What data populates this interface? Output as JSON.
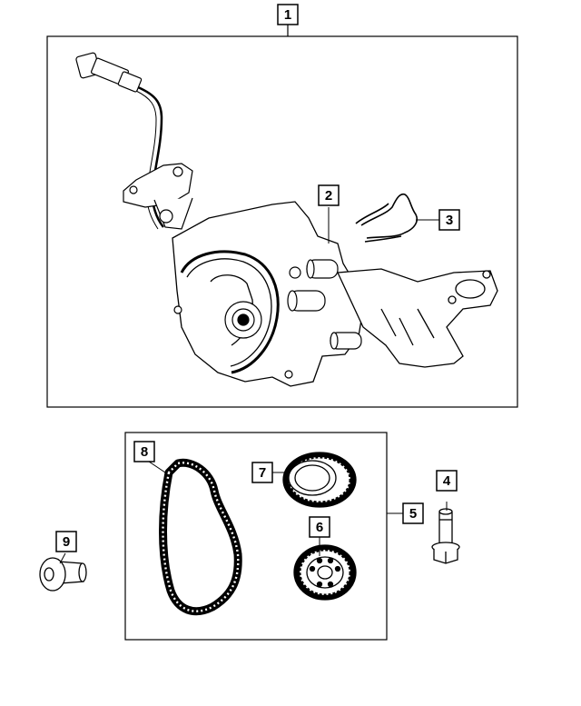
{
  "callouts": [
    {
      "id": "c1",
      "label": "1"
    },
    {
      "id": "c2",
      "label": "2"
    },
    {
      "id": "c3",
      "label": "3"
    },
    {
      "id": "c4",
      "label": "4"
    },
    {
      "id": "c5",
      "label": "5"
    },
    {
      "id": "c6",
      "label": "6"
    },
    {
      "id": "c7",
      "label": "7"
    },
    {
      "id": "c8",
      "label": "8"
    },
    {
      "id": "c9",
      "label": "9"
    }
  ],
  "parts": {
    "oil_pump_assembly": "oil-pump-assembly",
    "pickup_tube": "pickup-tube",
    "retaining_clip": "retaining-clip",
    "bolt": "bolt",
    "drive_kit": "drive-kit",
    "driven_sprocket": "driven-sprocket",
    "drive_sprocket": "drive-sprocket",
    "chain": "chain",
    "plug": "plug"
  },
  "colors": {
    "line": "#000000",
    "background": "#ffffff"
  }
}
